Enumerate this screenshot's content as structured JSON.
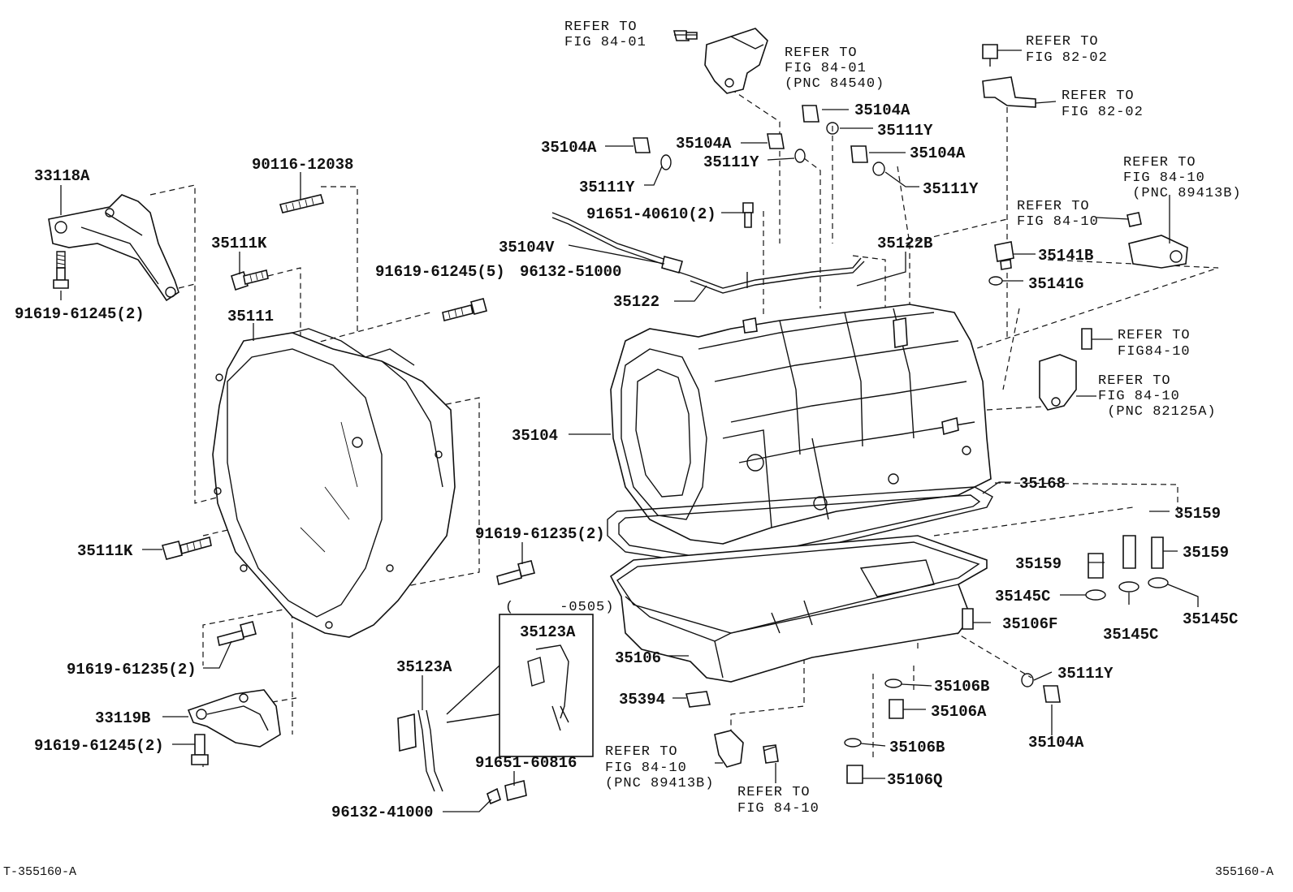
{
  "parts": {
    "p33118A": "33118A",
    "p90116_12038": "90116-12038",
    "p35111K_top": "35111K",
    "p91619_61245_2_top": "91619-61245(2)",
    "p35111": "35111",
    "p91619_61245_5": "91619-61245(5)",
    "p35104V": "35104V",
    "p96132_51000": "96132-51000",
    "p35122": "35122",
    "p91651_40610_2": "91651-40610(2)",
    "p35104A_a": "35104A",
    "p35111Y_a": "35111Y",
    "p35104A_b": "35104A",
    "p35111Y_b": "35111Y",
    "p35104A_c": "35104A",
    "p35111Y_c": "35111Y",
    "p35104A_d": "35104A",
    "p35111Y_d": "35111Y",
    "p35122B": "35122B",
    "p35141B": "35141B",
    "p35141G": "35141G",
    "p35104": "35104",
    "p35168": "35168",
    "p35159_a": "35159",
    "p35159_b": "35159",
    "p35159_c": "35159",
    "p35145C_a": "35145C",
    "p35145C_b": "35145C",
    "p35145C_c": "35145C",
    "p35106F": "35106F",
    "p35111Y_e": "35111Y",
    "p35104A_e": "35104A",
    "p35106B_a": "35106B",
    "p35106A": "35106A",
    "p35106B_b": "35106B",
    "p35106Q": "35106Q",
    "p35106": "35106",
    "p35394": "35394",
    "p35111K_bottom": "35111K",
    "p91619_61235_2_a": "91619-61235(2)",
    "p91619_61235_2_b": "91619-61235(2)",
    "p33119B": "33119B",
    "p91619_61245_2_bottom": "91619-61245(2)",
    "p35123A_a": "35123A",
    "p35123A_b": "35123A",
    "p91651_60816": "91651-60816",
    "p96132_41000": "96132-41000",
    "inset_range": "(     -0505)"
  },
  "refs": {
    "r1": [
      "REFER TO",
      "FIG 84-01"
    ],
    "r2": [
      "REFER TO",
      "FIG 84-01",
      "(PNC 84540)"
    ],
    "r3": [
      "REFER TO",
      "FIG 82-02"
    ],
    "r4": [
      "REFER TO",
      "FIG 82-02"
    ],
    "r5": [
      "REFER TO",
      "FIG 84-10",
      " (PNC 89413B)"
    ],
    "r6": [
      "REFER TO",
      "FIG 84-10"
    ],
    "r7": [
      "REFER TO",
      "FIG84-10"
    ],
    "r8": [
      "REFER TO",
      "FIG 84-10",
      " (PNC 82125A)"
    ],
    "r9": [
      "REFER TO",
      "FIG 84-10",
      "(PNC 89413B)"
    ],
    "r10": [
      "REFER TO",
      "FIG 84-10"
    ]
  },
  "footer": {
    "left_code": "T-355160-A",
    "right_code": "355160-A"
  }
}
